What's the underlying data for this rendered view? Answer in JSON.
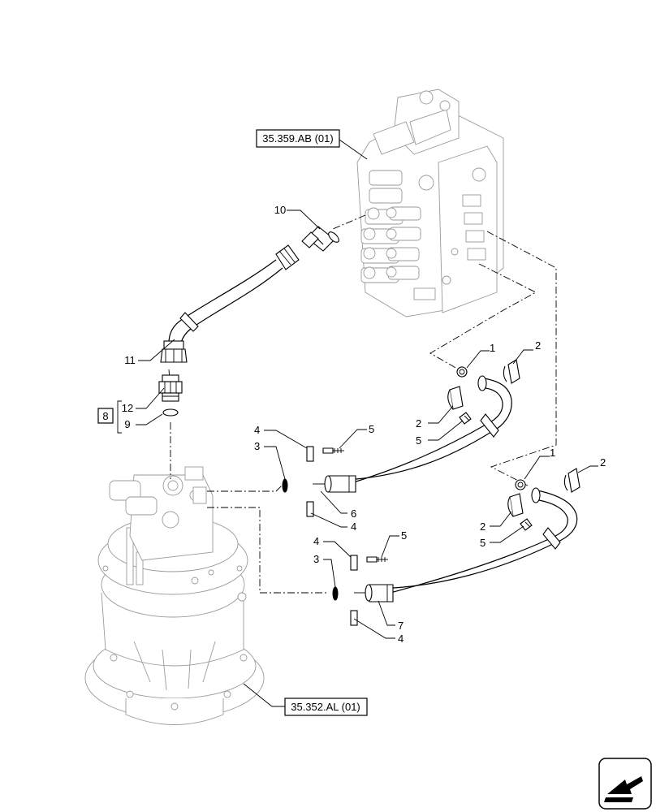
{
  "references": {
    "control_valve": "35.359.AB (01)",
    "swing_motor": "35.352.AL (01)"
  },
  "callouts": {
    "c1a": "1",
    "c2a": "2",
    "c2b": "2",
    "c5a": "5",
    "c1b": "1",
    "c2c": "2",
    "c2d": "2",
    "c5b": "5",
    "c4a": "4",
    "c5c": "5",
    "c3a": "3",
    "c6": "6",
    "c4b": "4",
    "c4c": "4",
    "c5d": "5",
    "c3b": "3",
    "c7": "7",
    "c4d": "4",
    "c10": "10",
    "c11": "11",
    "c12": "12",
    "c9": "9",
    "c8": "8"
  },
  "colors": {
    "line": "#000000",
    "ghost": "#9a9a9a",
    "background": "#ffffff"
  },
  "icons": {
    "nav": "next-page-arrow-icon"
  }
}
